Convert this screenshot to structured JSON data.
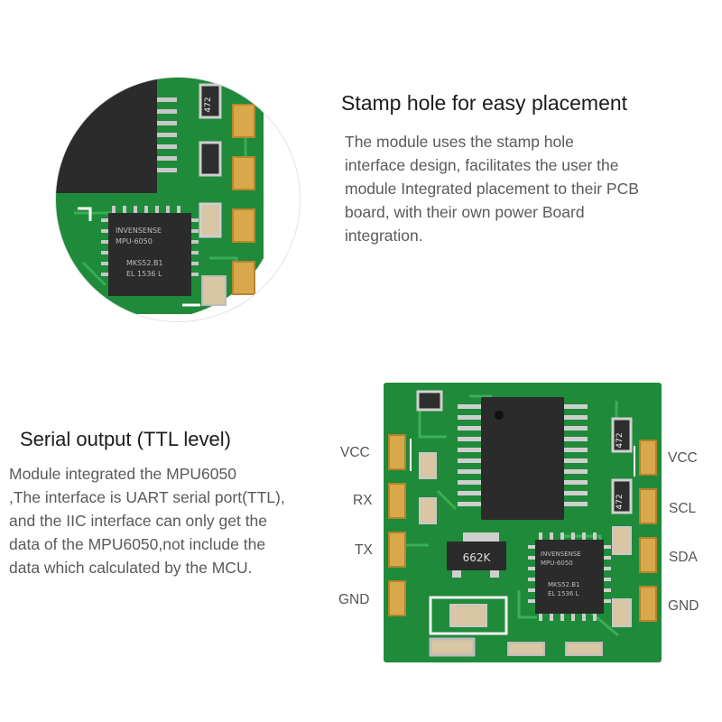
{
  "stamp_section": {
    "title": "Stamp hole for easy placement",
    "lines": [
      "The module uses the stamp hole",
      "interface design, facilitates the user the",
      "module Integrated placement to their PCB",
      "board, with their own power Board",
      "integration."
    ],
    "photo": {
      "chip_top": [
        "INVENSENSE",
        "MPU-6050",
        "MKS52.B1",
        "EL 1536 L"
      ],
      "resistor_marking": "472"
    }
  },
  "serial_section": {
    "title": "Serial output (TTL level)",
    "lines": [
      "Module integrated the MPU6050",
      ",The interface is  UART serial port(TTL),",
      "and the IIC interface can only get the",
      "data of the MPU6050,not include the",
      "data which calculated by the MCU."
    ]
  },
  "board": {
    "left_pins": [
      "VCC",
      "RX",
      "TX",
      "GND"
    ],
    "right_pins": [
      "VCC",
      "SCL",
      "SDA",
      "GND"
    ],
    "chip_small": [
      "INVENSENSE",
      "MPU-6050",
      "MKS52.B1",
      "EL 1536 L"
    ],
    "transistor_marking": "662K",
    "resistor_marking": "472"
  },
  "colors": {
    "pcb_green": "#1f8a3a",
    "pad_gold": "#d9a84a",
    "chip_black": "#2b2b2b",
    "text_gray": "#5a5a5a"
  }
}
